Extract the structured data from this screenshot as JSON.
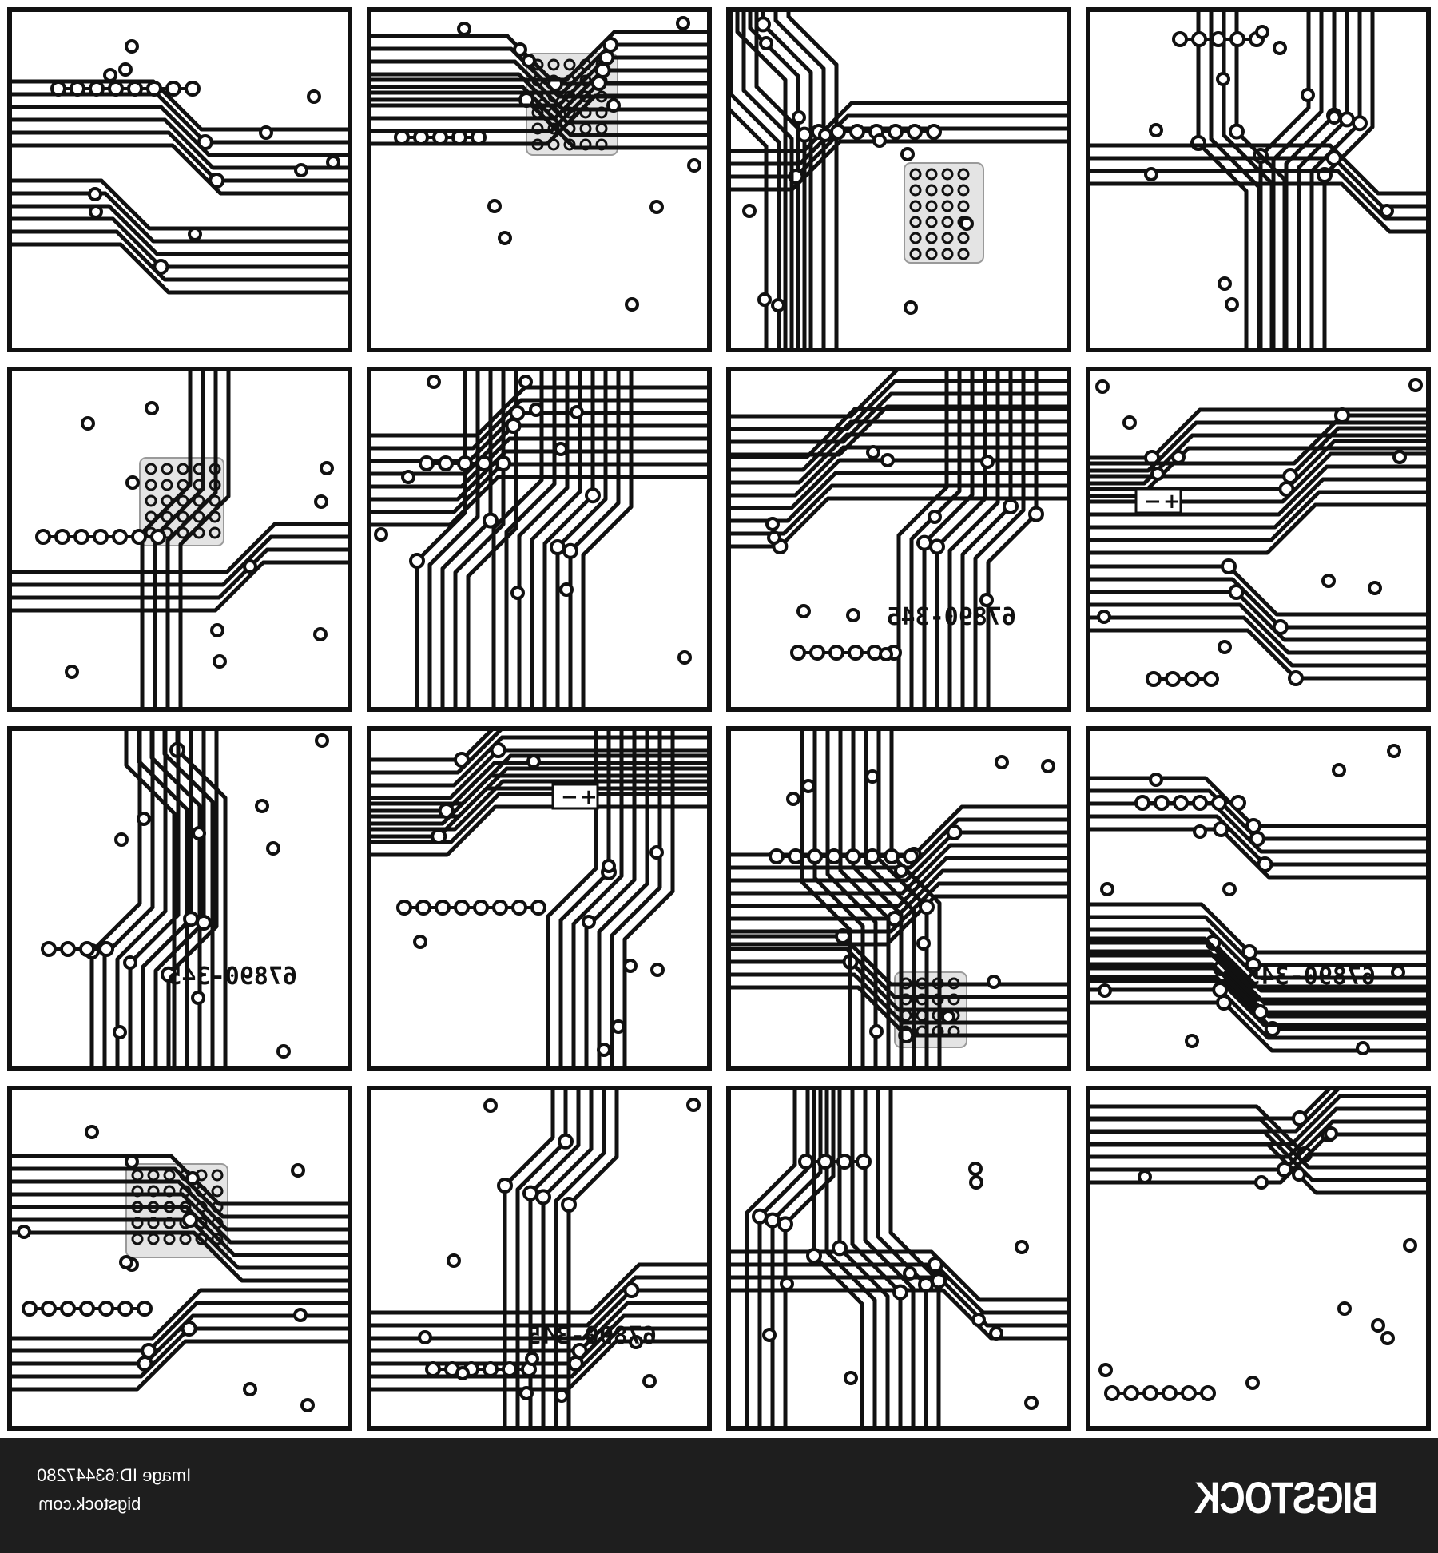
{
  "footer": {
    "image_id": "Image ID:63447280",
    "site": "bigstock.com",
    "logo": "BIGSTOCK"
  },
  "pcb_labels": [
    "67890-345",
    "67890-345",
    "67890-345",
    "67890-345"
  ],
  "polarity_marks": [
    "−",
    "+"
  ],
  "colors": {
    "trace": "#111111",
    "background": "#ffffff",
    "chip_fill": "#e4e4e4",
    "footer": "#1e1e1e"
  }
}
